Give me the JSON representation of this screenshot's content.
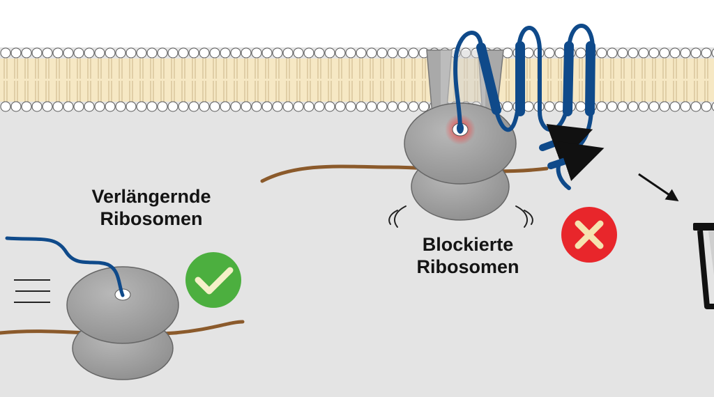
{
  "labels": {
    "elongating": {
      "line1": "Verlängernde",
      "line2": "Ribosomen"
    },
    "blocked": {
      "line1": "Blockierte",
      "line2": "Ribosomen"
    }
  },
  "status": {
    "ok_icon": "check-icon",
    "fail_icon": "cross-icon",
    "ok_color": "#4caf3f",
    "fail_color": "#e8262b"
  },
  "colors": {
    "background": "#e4e4e4",
    "membrane_core": "#f6e8c4",
    "ribosome": "#9a9a9a",
    "mrna": "#8b5a2b",
    "peptide": "#0f4a8a"
  }
}
